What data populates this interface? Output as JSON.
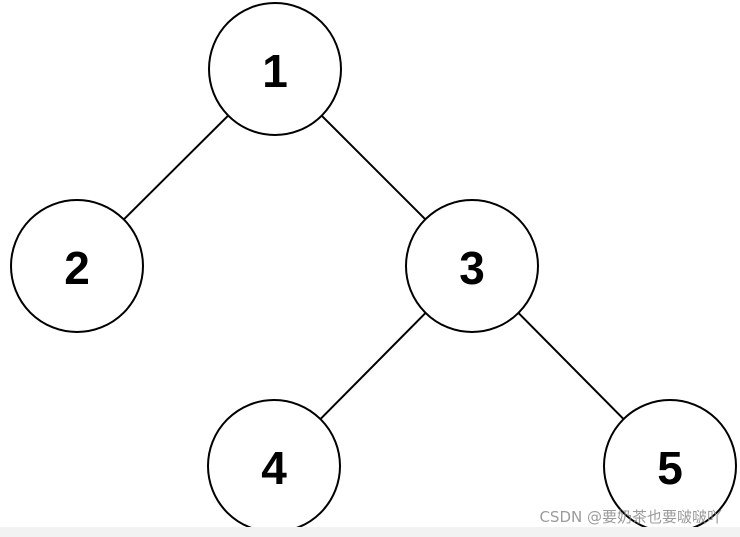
{
  "tree": {
    "nodes": [
      {
        "id": "n1",
        "label": "1"
      },
      {
        "id": "n2",
        "label": "2"
      },
      {
        "id": "n3",
        "label": "3"
      },
      {
        "id": "n4",
        "label": "4"
      },
      {
        "id": "n5",
        "label": "5"
      }
    ],
    "edges": [
      {
        "from": "n1",
        "to": "n2"
      },
      {
        "from": "n1",
        "to": "n3"
      },
      {
        "from": "n3",
        "to": "n4"
      },
      {
        "from": "n3",
        "to": "n5"
      }
    ]
  },
  "watermark": "CSDN @要奶茶也要啵啵吖",
  "colors": {
    "stroke": "#000000",
    "node_fill": "#ffffff",
    "watermark": "#8a8a8a"
  }
}
